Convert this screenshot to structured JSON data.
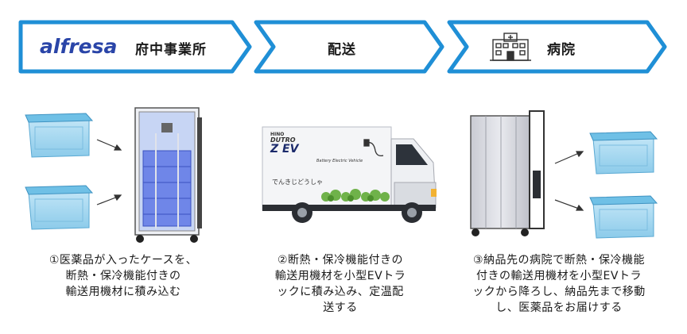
{
  "steps": [
    {
      "brand": "alfresa",
      "label": "府中事業所",
      "icon": ""
    },
    {
      "label": "配送",
      "icon": ""
    },
    {
      "label": "病院",
      "icon": "hospital-icon"
    }
  ],
  "truck": {
    "brand_small": "HINO",
    "model": "DUTRO",
    "zev": "Z EV",
    "subtitle": "Battery Electric Vehicle",
    "side_text": "でんきじどうしゃ"
  },
  "captions": [
    {
      "lines": [
        "①医薬品が入ったケースを、",
        "断熱・保冷機能付きの",
        "輸送用機材に積み込む"
      ]
    },
    {
      "lines": [
        "②断熱・保冷機能付きの",
        "輸送用機材を小型EVトラ",
        "ックに積み込み、定温配",
        "送する"
      ]
    },
    {
      "lines": [
        "③納品先の病院で断熱・保冷機能",
        "付きの輸送用機材を小型EVトラ",
        "ックから降ろし、納品先まで移動",
        "し、医薬品をお届けする"
      ]
    }
  ],
  "colors": {
    "chevron_stroke": "#1f8fd6",
    "brand": "#2a45a8",
    "crate_fill": "#9fd3ee",
    "crate_lid": "#6fc0e6"
  }
}
